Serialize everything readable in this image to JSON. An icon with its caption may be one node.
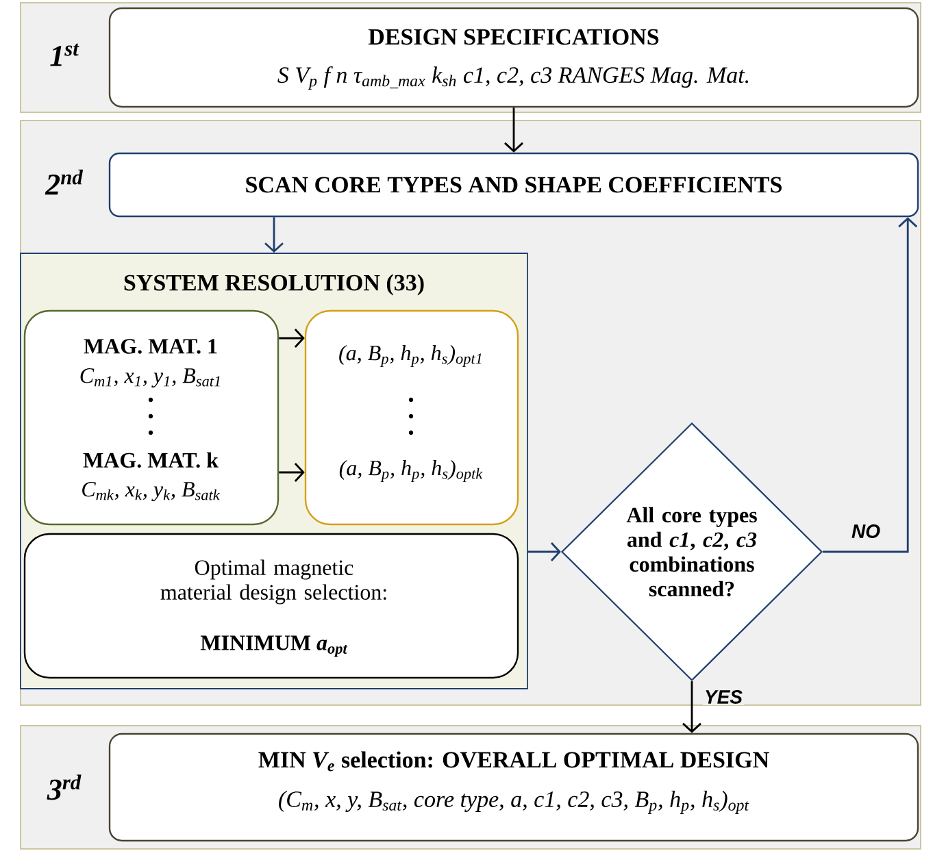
{
  "diagram": {
    "nodes": [
      {
        "text": [
          "1$^{st}$"
        ]
      },
      {
        "text": [
          "DESIGN SPECIFICATIONS",
          "S   V$_{p}$   f   n   τ$_{amb_max}$   k$_{sh}$   c1, c2, c3 RANGES   Mag. Mat."
        ],
        "in": 0
      },
      {
        "text": [
          "2$^{nd}$"
        ]
      },
      {
        "text": [
          "SCAN CORE TYPES AND SHAPE COEFFICIENTS"
        ],
        "in": 2
      },
      {
        "text": [
          "SYSTEM RESOLUTION (33)"
        ],
        "in": 2
      },
      {
        "text": [
          "MAG. MAT. 1",
          "C$_{m1}$, x$_{1}$, y$_{1}$, B$_{sat1}$",
          "MAG. MAT. k",
          "C$_{mk}$, x$_{k}$, y$_{k}$, B$_{satk}$"
        ],
        "in": 4
      },
      {
        "text": [
          "(a, B$_{p}$, h$_{p}$, h$_{s}$)$_{opt1}$",
          "(a, B$_{p}$, h$_{p}$, h$_{s}$)$_{optk}$"
        ],
        "in": 4
      },
      {
        "text": [
          "Optimal magnetic material design selection:",
          "MINIMUM *a$_{opt}$*"
        ],
        "in": 4
      },
      {
        "text": [
          "All core types and *c1*, *c2*, *c3* combinations scanned?"
        ],
        "in": 2
      },
      {
        "text": [
          "3$^{rd}$"
        ]
      },
      {
        "text": [
          "MIN *V$_{e}$* selection: OVERALL OPTIMAL DESIGN",
          "(C$_{m}$, x, y, B$_{sat}$, core type, a, c1, c2, c3, B$_{p}$, h$_{p}$, h$_{s}$)$_{opt}$"
        ],
        "in": 9
      }
    ],
    "edges": [
      {
        "from": 1,
        "to": 3,
        "arrow": "to"
      },
      {
        "from": 3,
        "to": 4,
        "arrow": "to",
        "color": "#1f3f6e"
      },
      {
        "from": 5,
        "to": 6,
        "arrow": "to"
      },
      {
        "from": 5,
        "to": 6,
        "arrow": "to"
      },
      {
        "from": 4,
        "to": 8,
        "arrow": "to",
        "color": "#1f3f6e"
      },
      {
        "from": 8,
        "to": 3,
        "arrow": "to",
        "label": "NO",
        "color": "#1f3f6e"
      },
      {
        "from": 8,
        "to": 10,
        "arrow": "to",
        "label": "YES"
      }
    ]
  }
}
